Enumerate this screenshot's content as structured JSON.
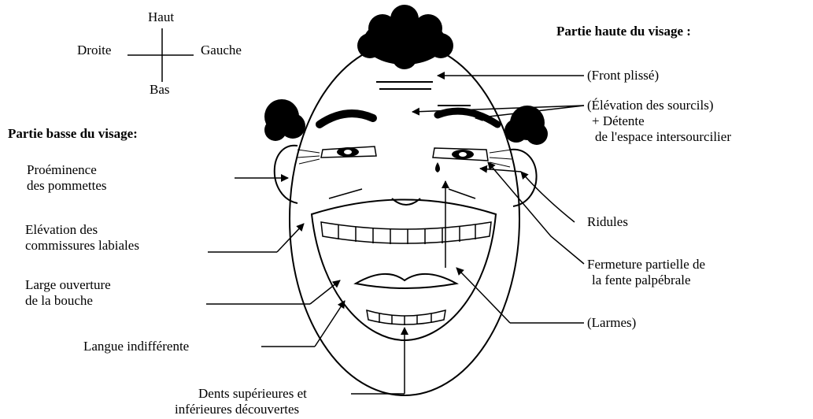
{
  "compass": {
    "up": "Haut",
    "down": "Bas",
    "left": "Droite",
    "right": "Gauche"
  },
  "sections": {
    "upper_title": "Partie haute du visage :",
    "lower_title": "Partie basse du visage:"
  },
  "labels_right": {
    "front": "(Front plissé)",
    "sourcils": "(Élévation des sourcils)",
    "detente_1": "+ Détente",
    "detente_2": "de l'espace intersourcilier",
    "ridules": "Ridules",
    "fermeture_1": "Fermeture partielle de",
    "fermeture_2": "la fente palpébrale",
    "larmes": "(Larmes)"
  },
  "labels_left": {
    "pommettes_1": "Proéminence",
    "pommettes_2": "des pommettes",
    "commissures_1": "Elévation des",
    "commissures_2": "commissures labiales",
    "ouverture_1": "Large ouverture",
    "ouverture_2": "de la bouche",
    "langue": "Langue indifférente"
  },
  "labels_bottom": {
    "dents_1": "Dents supérieures et",
    "dents_2": "inférieures découvertes"
  }
}
